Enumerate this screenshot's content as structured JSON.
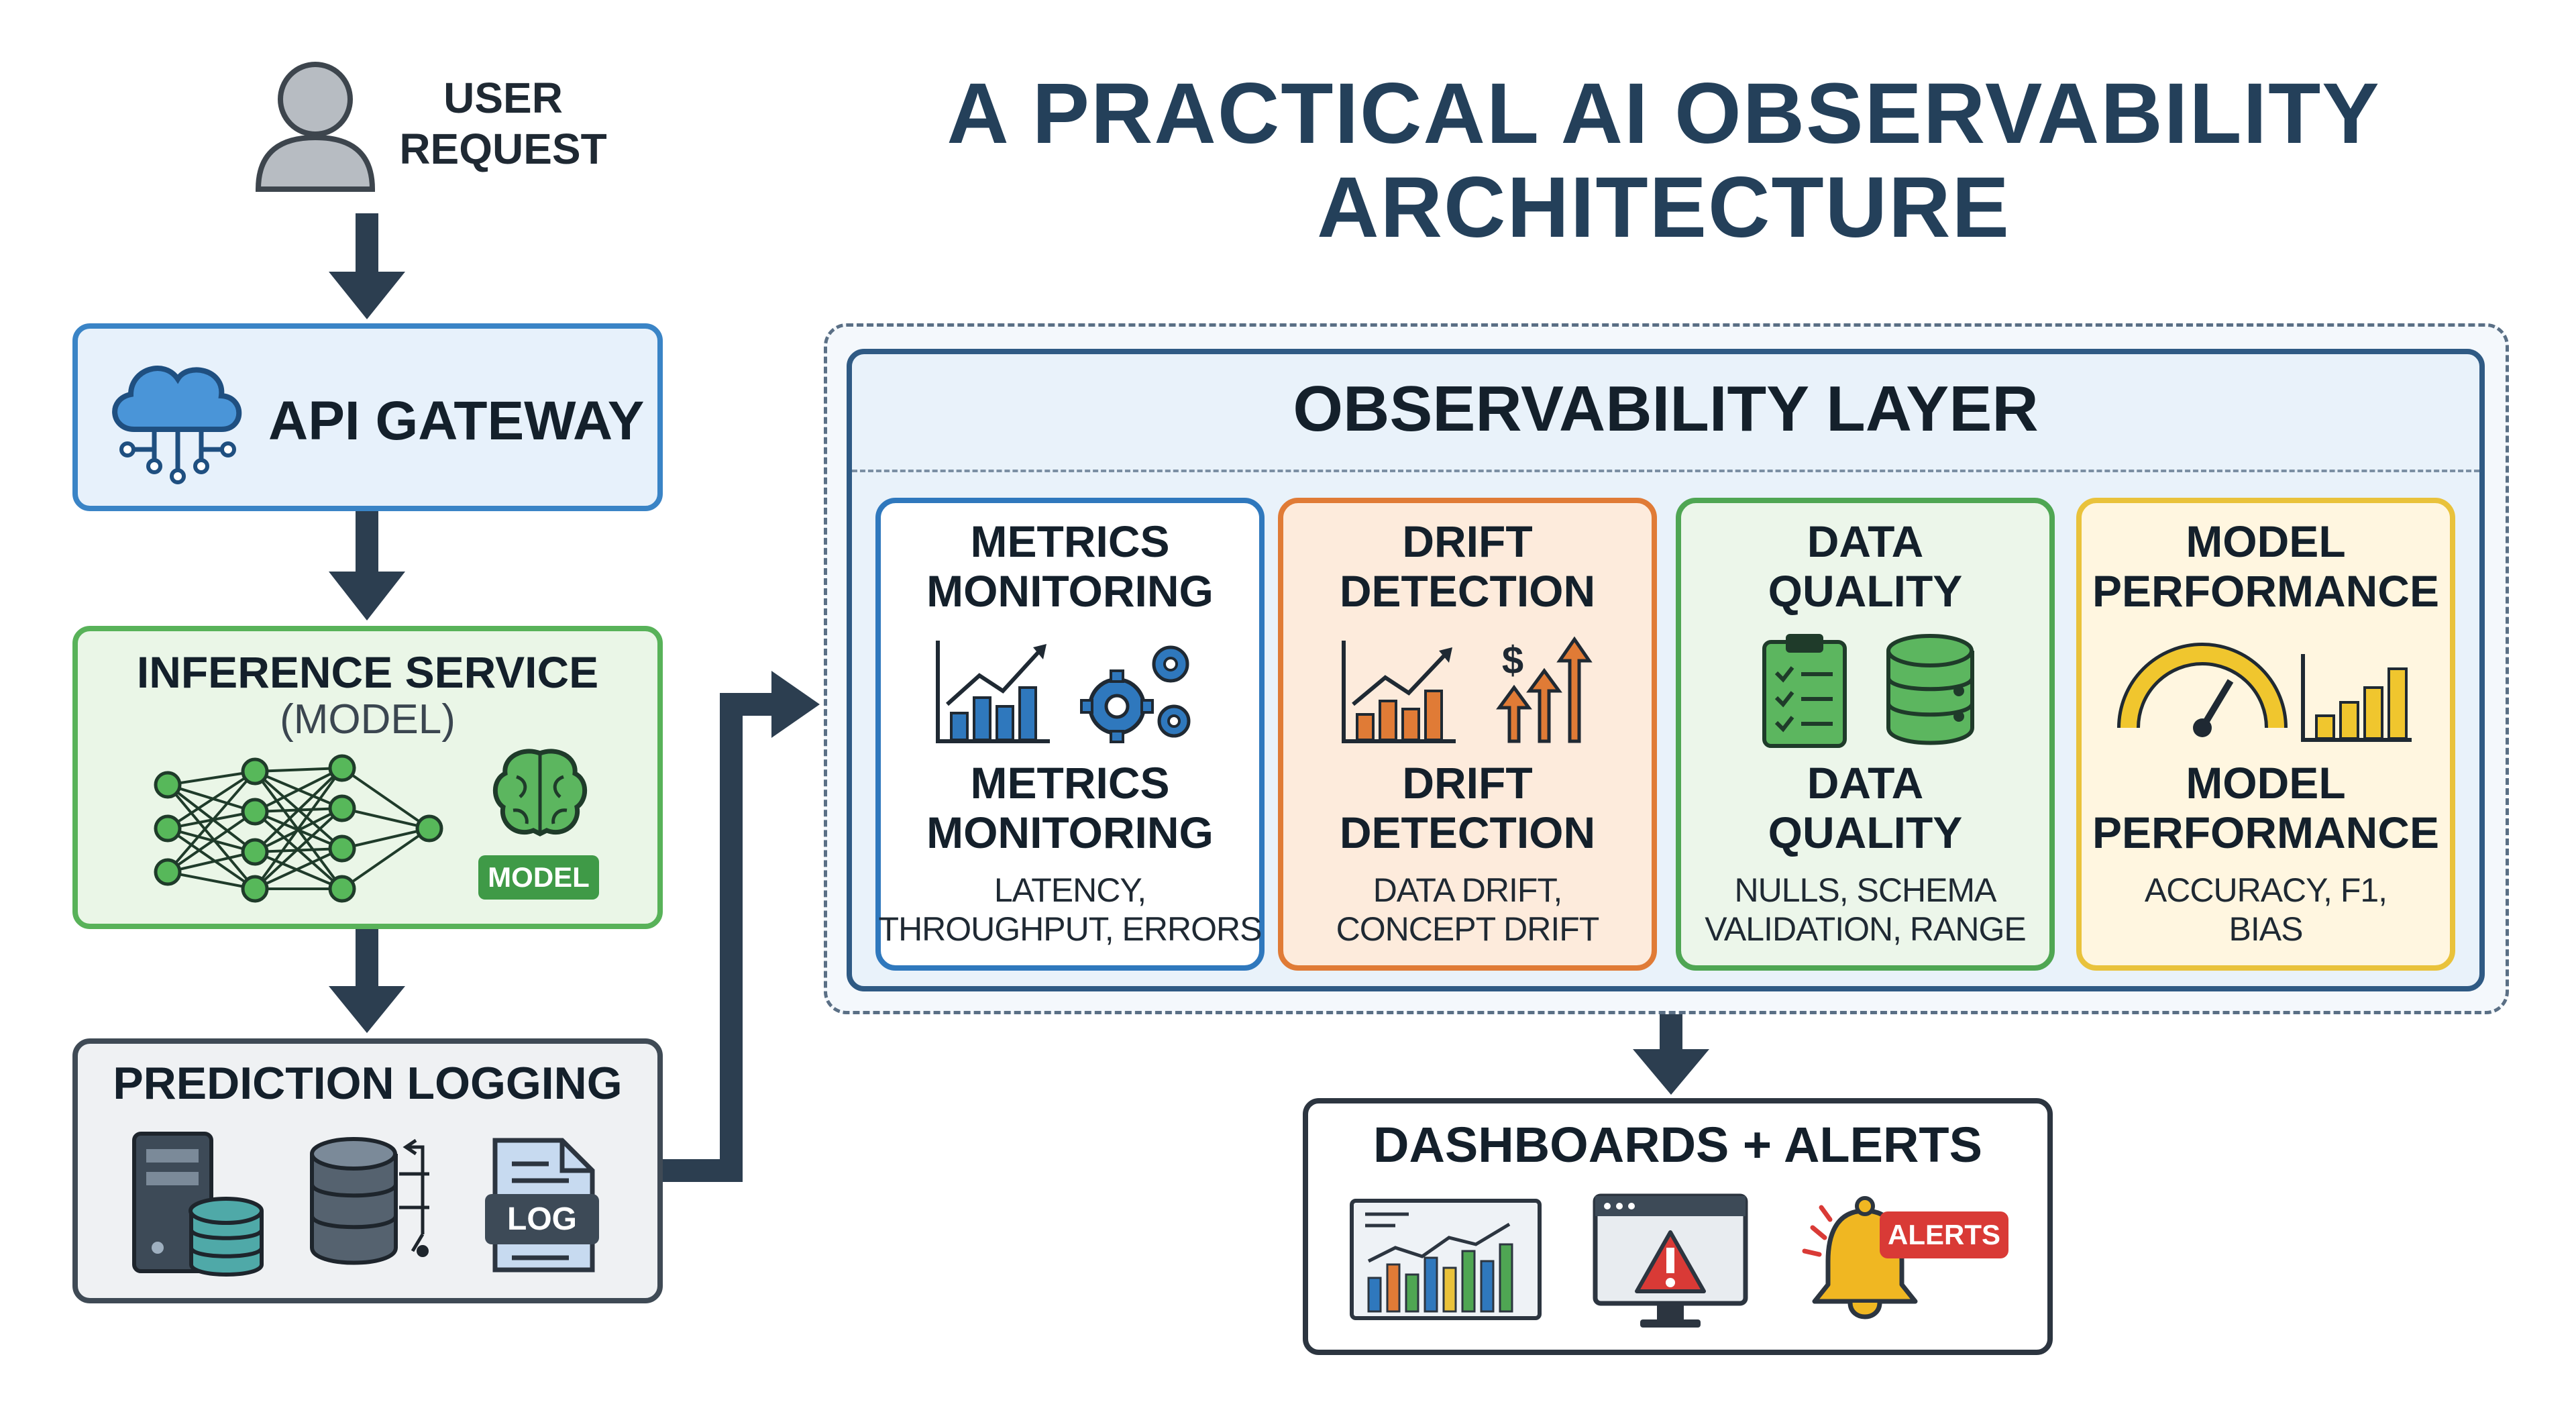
{
  "title": {
    "line1": "A PRACTICAL AI OBSERVABILITY",
    "line2": "ARCHITECTURE"
  },
  "user": {
    "line1": "USER",
    "line2": "REQUEST"
  },
  "api_gateway": {
    "label": "API GATEWAY"
  },
  "inference": {
    "title": "INFERENCE SERVICE",
    "subtitle": "(MODEL)",
    "badge": "MODEL"
  },
  "logging": {
    "title": "PREDICTION LOGGING",
    "log_badge": "LOG"
  },
  "observability": {
    "title": "OBSERVABILITY LAYER",
    "cards": [
      {
        "title1": "METRICS",
        "title2": "MONITORING",
        "sub1": "METRICS",
        "sub2": "MONITORING",
        "desc1": "LATENCY,",
        "desc2": "THROUGHPUT, ERRORS"
      },
      {
        "title1": "DRIFT",
        "title2": "DETECTION",
        "sub1": "DRIFT",
        "sub2": "DETECTION",
        "desc1": "DATA DRIFT,",
        "desc2": "CONCEPT DRIFT"
      },
      {
        "title1": "DATA",
        "title2": "QUALITY",
        "sub1": "DATA",
        "sub2": "QUALITY",
        "desc1": "NULLS, SCHEMA",
        "desc2": "VALIDATION, RANGE"
      },
      {
        "title1": "MODEL",
        "title2": "PERFORMANCE",
        "sub1": "MODEL",
        "sub2": "PERFORMANCE",
        "desc1": "ACCURACY, F1,",
        "desc2": "BIAS"
      }
    ]
  },
  "dashboards": {
    "title": "DASHBOARDS + ALERTS",
    "alerts_badge": "ALERTS",
    "dollar": "$"
  },
  "colors": {
    "title": "#24405a",
    "arrow": "#2c3e50",
    "api_border": "#3a84c6",
    "inference_border": "#58b259",
    "logging_border": "#3f4a55",
    "observability_border": "#2f5a84",
    "metrics_border": "#2f78bd",
    "drift_border": "#e07b36",
    "quality_border": "#4fa653",
    "performance_border": "#e9c23b",
    "alert_red": "#d93a36"
  }
}
